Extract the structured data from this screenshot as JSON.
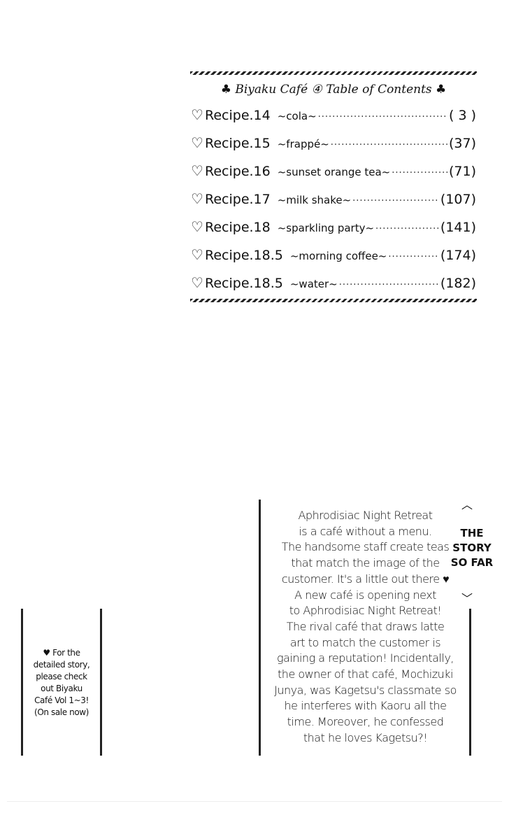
{
  "toc": {
    "title": "♣ Biyaku Café ④ Table of Contents ♣",
    "entries": [
      {
        "label": "Recipe.14",
        "subtitle": "~cola~",
        "page": "( 3 )"
      },
      {
        "label": "Recipe.15",
        "subtitle": "~frappé~",
        "page": "(37)"
      },
      {
        "label": "Recipe.16",
        "subtitle": "~sunset orange tea~",
        "page": "(71)"
      },
      {
        "label": "Recipe.17",
        "subtitle": "~milk shake~",
        "page": "(107)"
      },
      {
        "label": "Recipe.18",
        "subtitle": "~sparkling party~",
        "page": "(141)"
      },
      {
        "label": "Recipe.18.5",
        "subtitle": "~morning coffee~",
        "page": "(174)"
      },
      {
        "label": "Recipe.18.5",
        "subtitle": "~water~",
        "page": "(182)"
      }
    ]
  },
  "story": {
    "heading": [
      "THE",
      "STORY",
      "SO FAR"
    ],
    "lines": [
      "Aphrodisiac Night Retreat",
      "is a café without a menu.",
      "The handsome staff create teas",
      "that match the image of the",
      "customer. It's a little out there ♥",
      "A new café is opening next",
      "to Aphrodisiac Night Retreat!",
      "The rival café that draws latte",
      "art to match the customer is",
      "gaining a reputation! Incidentally,",
      "the owner of that café, Mochizuki",
      "Junya, was Kagetsu's classmate so",
      "he interferes with Kaoru all the",
      "time. Moreover, he confessed",
      "that he loves Kagetsu?!"
    ]
  },
  "note": {
    "lines": [
      "♥ For the",
      "detailed story,",
      "please check",
      "out Biyaku",
      "Café Vol 1~3!",
      "(On sale now)"
    ]
  }
}
